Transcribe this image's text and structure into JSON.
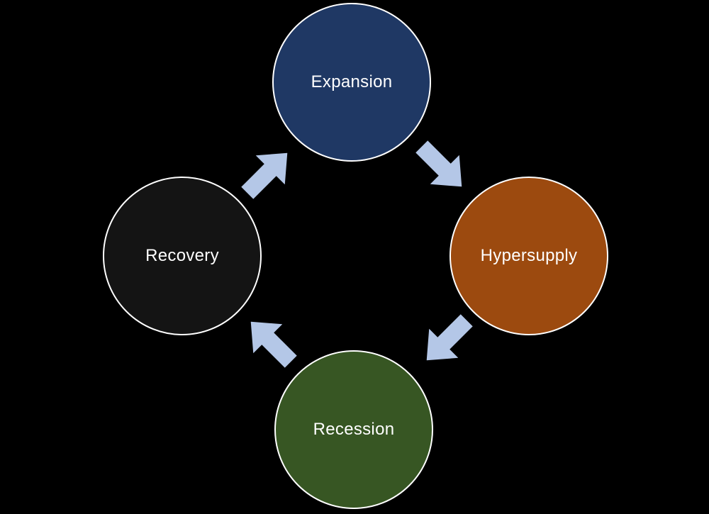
{
  "diagram": {
    "type": "cycle",
    "background_color": "#000000",
    "text_color": "#FFFFFF",
    "arrow_color": "#B4C7E7",
    "node_outline_color": "#FFFFFF",
    "nodes": [
      {
        "id": "expansion",
        "label": "Expansion",
        "color": "#1F3864",
        "position": "top"
      },
      {
        "id": "hypersupply",
        "label": "Hypersupply",
        "color": "#9C4A0F",
        "position": "right"
      },
      {
        "id": "recession",
        "label": "Recession",
        "color": "#375623",
        "position": "bottom"
      },
      {
        "id": "recovery",
        "label": "Recovery",
        "color": "#141414",
        "position": "left"
      }
    ],
    "arrows": [
      {
        "from": "Recovery",
        "to": "Expansion",
        "direction": "northeast"
      },
      {
        "from": "Expansion",
        "to": "Hypersupply",
        "direction": "southeast"
      },
      {
        "from": "Hypersupply",
        "to": "Recession",
        "direction": "southwest"
      },
      {
        "from": "Recession",
        "to": "Recovery",
        "direction": "northwest"
      }
    ]
  }
}
